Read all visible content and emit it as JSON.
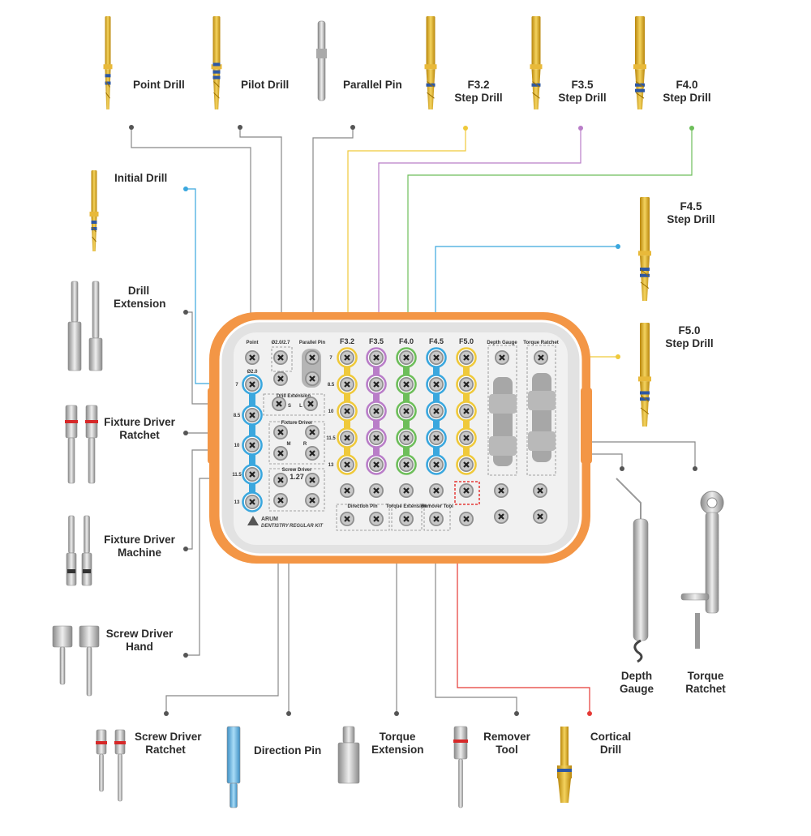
{
  "tools": {
    "point_drill": "Point Drill",
    "pilot_drill": "Pilot Drill",
    "parallel_pin": "Parallel Pin",
    "f32": [
      "F3.2",
      "Step Drill"
    ],
    "f35": [
      "F3.5",
      "Step Drill"
    ],
    "f40": [
      "F4.0",
      "Step Drill"
    ],
    "initial_drill": "Initial Drill",
    "f45": [
      "F4.5",
      "Step Drill"
    ],
    "drill_extension": [
      "Drill",
      "Extension"
    ],
    "f50": [
      "F5.0",
      "Step Drill"
    ],
    "fixture_driver_ratchet": [
      "Fixture Driver",
      "Ratchet"
    ],
    "fixture_driver_machine": [
      "Fixture Driver",
      "Machine"
    ],
    "screw_driver_hand": [
      "Screw Driver",
      "Hand"
    ],
    "depth_gauge": [
      "Depth",
      "Gauge"
    ],
    "torque_ratchet": [
      "Torque",
      "Ratchet"
    ],
    "screw_driver_ratchet": [
      "Screw Driver",
      "Ratchet"
    ],
    "direction_pin": "Direction Pin",
    "torque_extension": [
      "Torque",
      "Extension"
    ],
    "remover_tool": [
      "Remover",
      "Tool"
    ],
    "cortical_drill": [
      "Cortical",
      "Drill"
    ]
  },
  "kit": {
    "brand": "ARUM",
    "name_left": "DENTISTRY",
    "name_right": "REGULAR KIT",
    "col_point": "Point",
    "col_pilot": "Ø2.0/2.7",
    "col_parallel": "Parallel Pin",
    "col_f32": "F3.2",
    "col_f35": "F3.5",
    "col_f40": "F4.0",
    "col_f45": "F4.5",
    "col_f50": "F5.0",
    "col_depth": "Depth Gauge",
    "col_torque": "Torque Ratchet",
    "lbl_d20": "Ø2.0",
    "lbl_drill_ext": "Drill Extension",
    "lbl_s": "S",
    "lbl_l": "L",
    "lbl_fixture_driver": "Fixture Driver",
    "lbl_m": "M",
    "lbl_r": "R",
    "lbl_screw_driver": "Screw Driver",
    "lbl_127": "1.27",
    "lbl_direction_pin": "Direction Pin",
    "lbl_torque_ext": "Torque Extension",
    "lbl_remover": "Remover Tool",
    "len_left": [
      "7",
      "8.5",
      "10",
      "11.5",
      "13"
    ],
    "len_mid": [
      "7",
      "8.5",
      "10",
      "11.5",
      "13"
    ],
    "colors": {
      "orange": "#F39646",
      "blue": "#3AA7DE",
      "yellow": "#EFC93A",
      "purple": "#B97DC8",
      "green": "#6DBE5A",
      "red": "#E53935",
      "gray_line": "#888888"
    }
  }
}
